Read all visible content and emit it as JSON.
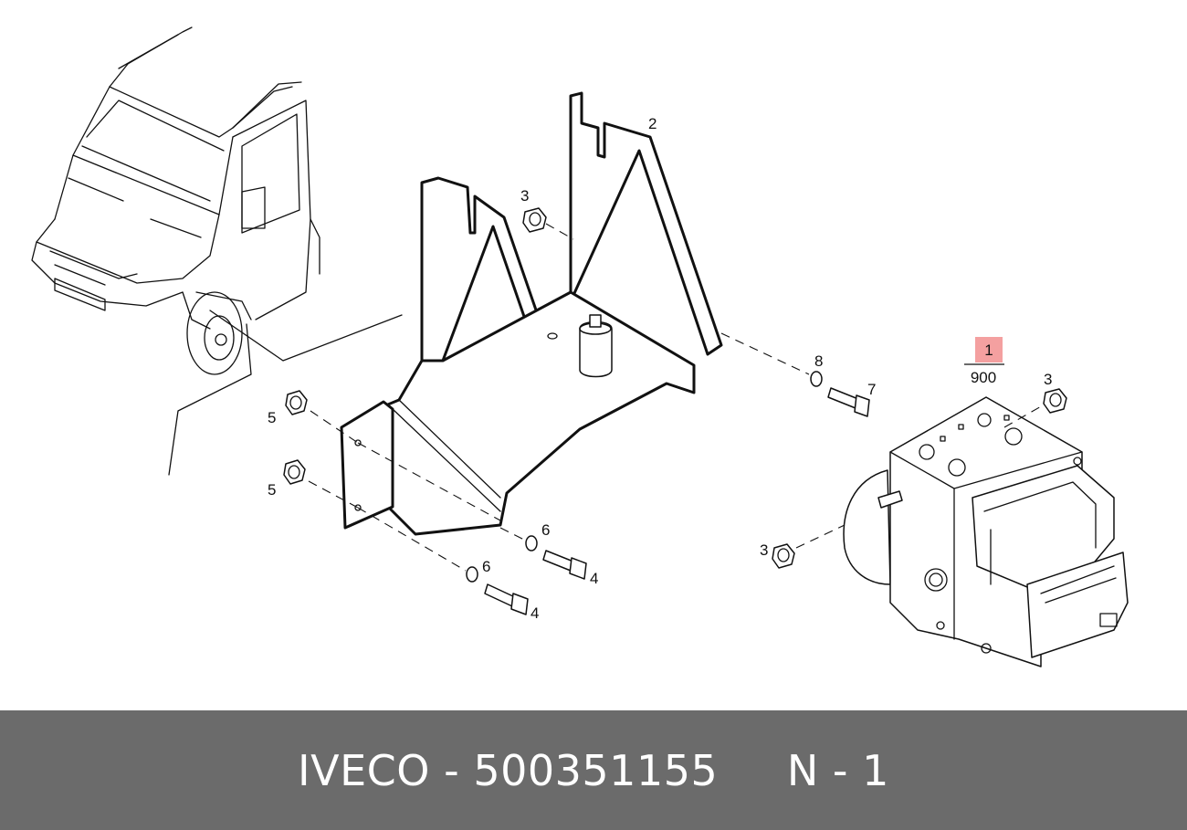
{
  "footer": {
    "brand": "IVECO",
    "separator": "-",
    "part_number": "500351155",
    "page_label": "N",
    "page_number": "1"
  },
  "callouts": {
    "c1_number": "1",
    "c1_sub": "900",
    "c2": "2",
    "c3_top": "3",
    "c3_right": "3",
    "c3_bottom": "3",
    "c4_upper": "4",
    "c4_lower": "4",
    "c5_upper": "5",
    "c5_lower": "5",
    "c6_upper": "6",
    "c6_lower": "6",
    "c7": "7",
    "c8": "8"
  },
  "colors": {
    "footer_background": "#6b6b6b",
    "footer_text": "#ffffff",
    "highlight": "#f4a0a0",
    "line": "#111111"
  }
}
